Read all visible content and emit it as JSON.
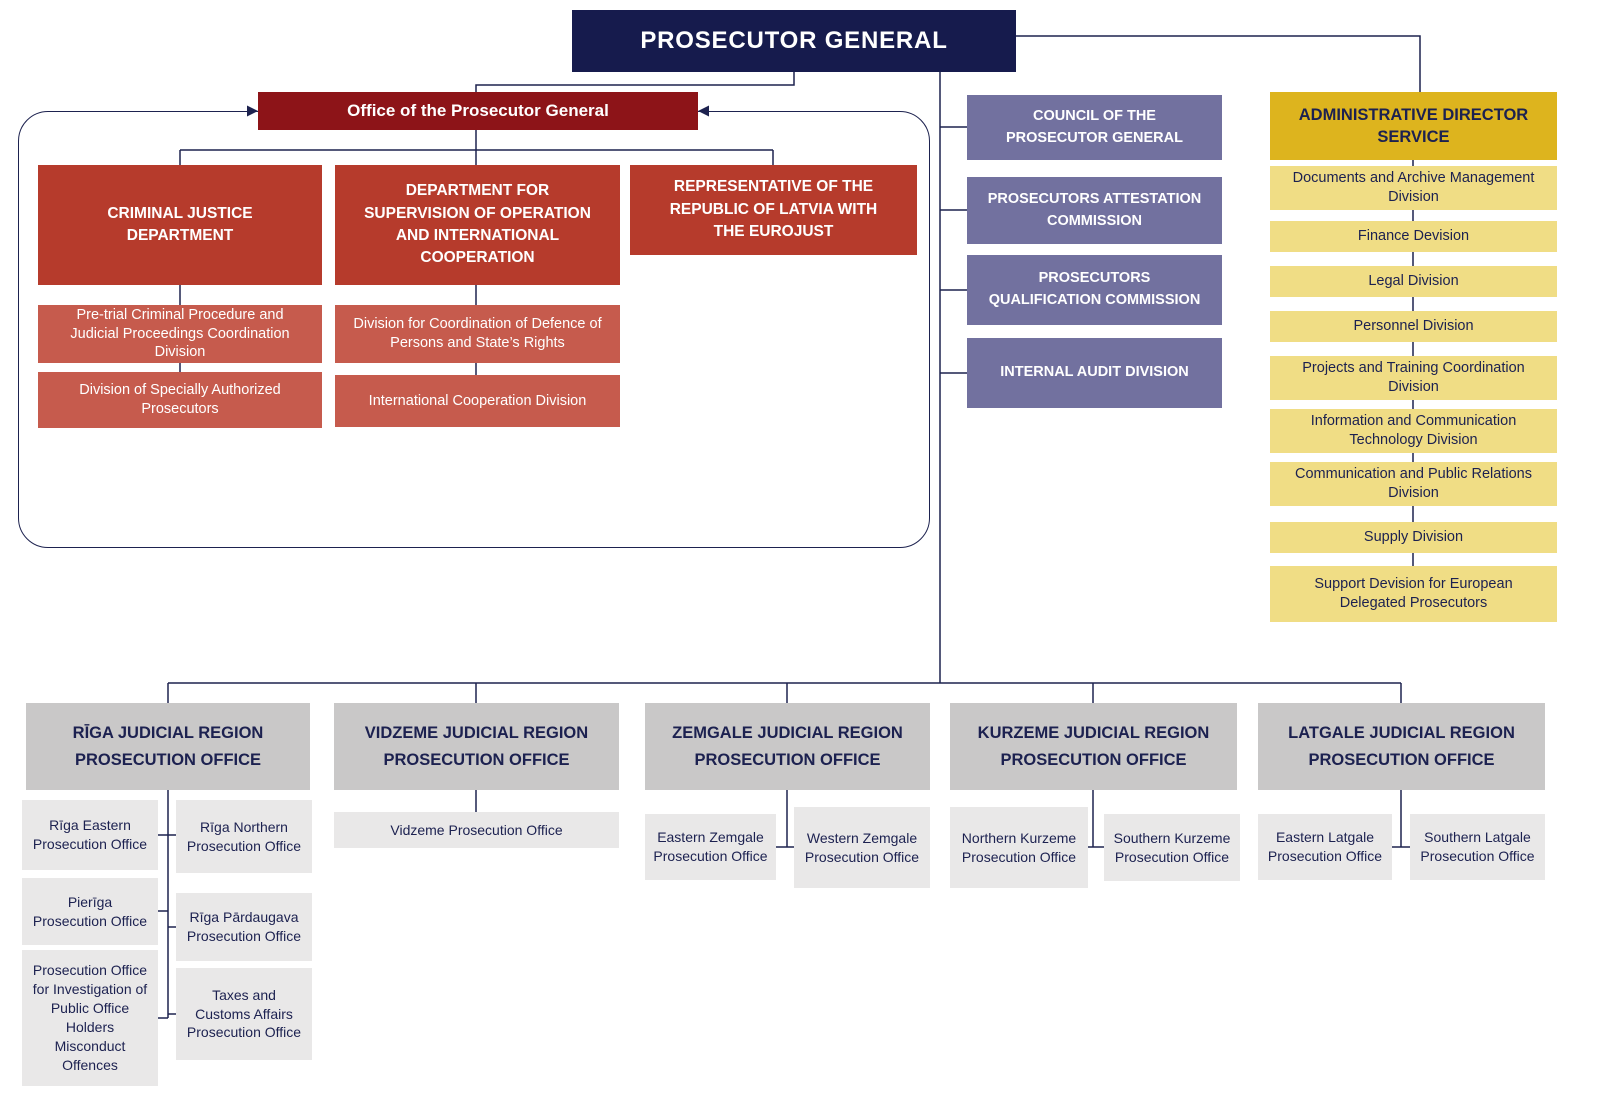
{
  "org": {
    "root": {
      "title": "PROSECUTOR GENERAL"
    },
    "office": {
      "title": "Office of the Prosecutor General",
      "criminal_justice": {
        "title": "CRIMINAL JUSTICE DEPARTMENT",
        "divisions": [
          "Pre-trial Criminal Procedure and Judicial Proceedings Coordination Division",
          "Division of Specially Authorized Prosecutors"
        ]
      },
      "supervision": {
        "title": "DEPARTMENT FOR SUPERVISION OF OPERATION AND INTERNATIONAL COOPERATION",
        "divisions": [
          "Division for Coordination of Defence of Persons and State’s Rights",
          "International Cooperation Division"
        ]
      },
      "eurojust": {
        "title": "REPRESENTATIVE OF THE REPUBLIC OF LATVIA WITH THE EUROJUST"
      }
    },
    "advisory": [
      "COUNCIL OF THE PROSECUTOR GENERAL",
      "PROSECUTORS ATTESTATION COMMISSION",
      "PROSECUTORS QUALIFICATION COMMISSION",
      "INTERNAL AUDIT DIVISION"
    ],
    "admin": {
      "title": "ADMINISTRATIVE DIRECTOR SERVICE",
      "divisions": [
        "Documents and Archive Management Division",
        "Finance Devision",
        "Legal Division",
        "Personnel Division",
        "Projects and Training Coordination Division",
        "Information and Communication Technology Division",
        "Communication and Public Relations Division",
        "Supply Division",
        "Support Devision for European Delegated Prosecutors"
      ]
    },
    "regions": [
      {
        "title": "RĪGA JUDICIAL REGION PROSECUTION OFFICE",
        "offices": [
          "Rīga Eastern Prosecution Office",
          "Rīga Northern Prosecution Office",
          "Pierīga Prosecution Office",
          "Rīga Pārdaugava Prosecution Office",
          "Prosecution Office for Investigation of Public Office Holders Misconduct Offences",
          "Taxes and Customs Affairs Prosecution Office"
        ]
      },
      {
        "title": "VIDZEME JUDICIAL REGION PROSECUTION OFFICE",
        "offices": [
          "Vidzeme Prosecution Office"
        ]
      },
      {
        "title": "ZEMGALE JUDICIAL REGION PROSECUTION OFFICE",
        "offices": [
          "Eastern Zemgale Prosecution Office",
          "Western Zemgale Prosecution Office"
        ]
      },
      {
        "title": "KURZEME JUDICIAL REGION PROSECUTION OFFICE",
        "offices": [
          "Northern Kurzeme Prosecution Office",
          "Southern Kurzeme Prosecution Office"
        ]
      },
      {
        "title": "LATGALE JUDICIAL REGION PROSECUTION OFFICE",
        "offices": [
          "Eastern Latgale Prosecution Office",
          "Southern Latgale Prosecution Office"
        ]
      }
    ]
  },
  "colors": {
    "navy": "#161b4d",
    "maroon": "#8d1418",
    "red": "#b63b2c",
    "red_light": "#c65b4d",
    "slate_purple": "#72719f",
    "gold": "#ddb41e",
    "gold_light": "#f0dd85",
    "gray": "#c9c8c8",
    "gray_light": "#e9e8e8",
    "line": "#1d224f"
  }
}
